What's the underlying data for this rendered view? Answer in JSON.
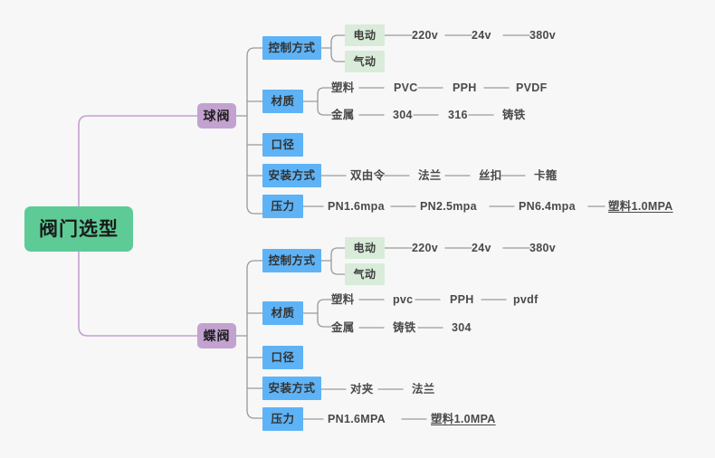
{
  "meta": {
    "background_color": "#f7f7f7",
    "root_color": "#5ecb96",
    "branch_color": "#c3a2d0",
    "sub_color": "#5eb3f6",
    "green_color": "#d8ecd9",
    "link_color": "#9a9a9a",
    "root_link_color": "#c3a2d0"
  },
  "root": {
    "label": "阀门选型"
  },
  "branches": [
    {
      "label": "球阀",
      "categories": [
        {
          "label": "控制方式",
          "children": [
            {
              "label": "电动",
              "type": "green",
              "leaves": [
                "220v",
                "24v",
                "380v"
              ]
            },
            {
              "label": "气动",
              "type": "green",
              "leaves": []
            }
          ]
        },
        {
          "label": "材质",
          "children": [
            {
              "label": "塑料",
              "type": "text",
              "leaves": [
                "PVC",
                "PPH",
                "PVDF"
              ]
            },
            {
              "label": "金属",
              "type": "text",
              "leaves": [
                "304",
                "316",
                "铸铁"
              ]
            }
          ]
        },
        {
          "label": "口径",
          "children": []
        },
        {
          "label": "安装方式",
          "children": [
            {
              "label": "双由令",
              "type": "text",
              "leaves": [
                "法兰",
                "丝扣",
                "卡箍"
              ]
            }
          ]
        },
        {
          "label": "压力",
          "children": [
            {
              "label": "PN1.6mpa",
              "type": "text",
              "leaves": [
                "PN2.5mpa",
                "PN6.4mpa",
                "塑料1.0MPA"
              ]
            }
          ]
        }
      ]
    },
    {
      "label": "蝶阀",
      "categories": [
        {
          "label": "控制方式",
          "children": [
            {
              "label": "电动",
              "type": "green",
              "leaves": [
                "220v",
                "24v",
                "380v"
              ]
            },
            {
              "label": "气动",
              "type": "green",
              "leaves": []
            }
          ]
        },
        {
          "label": "材质",
          "children": [
            {
              "label": "塑料",
              "type": "text",
              "leaves": [
                "pvc",
                "PPH",
                "pvdf"
              ]
            },
            {
              "label": "金属",
              "type": "text",
              "leaves": [
                "铸铁",
                "304"
              ]
            }
          ]
        },
        {
          "label": "口径",
          "children": []
        },
        {
          "label": "安装方式",
          "children": [
            {
              "label": "对夹",
              "type": "text",
              "leaves": [
                "法兰"
              ]
            }
          ]
        },
        {
          "label": "压力",
          "children": [
            {
              "label": "PN1.6MPA",
              "type": "text",
              "leaves": [
                "塑料1.0MPA"
              ]
            }
          ]
        }
      ]
    }
  ],
  "nodes": {
    "root": {
      "label": "阀门选型"
    },
    "ball_valve": {
      "label": "球阀"
    },
    "butterfly_valve": {
      "label": "蝶阀"
    },
    "b1_control": {
      "label": "控制方式"
    },
    "b1_control_electric": {
      "label": "电动"
    },
    "b1_control_pneumatic": {
      "label": "气动"
    },
    "b1_control_220v": {
      "label": "220v"
    },
    "b1_control_24v": {
      "label": "24v"
    },
    "b1_control_380v": {
      "label": "380v"
    },
    "b1_material": {
      "label": "材质"
    },
    "b1_material_plastic": {
      "label": "塑料"
    },
    "b1_material_pvc": {
      "label": "PVC"
    },
    "b1_material_pph": {
      "label": "PPH"
    },
    "b1_material_pvdf": {
      "label": "PVDF"
    },
    "b1_material_metal": {
      "label": "金属"
    },
    "b1_material_304": {
      "label": "304"
    },
    "b1_material_316": {
      "label": "316"
    },
    "b1_material_cast": {
      "label": "铸铁"
    },
    "b1_caliber": {
      "label": "口径"
    },
    "b1_install": {
      "label": "安装方式"
    },
    "b1_install_union": {
      "label": "双由令"
    },
    "b1_install_flange": {
      "label": "法兰"
    },
    "b1_install_thread": {
      "label": "丝扣"
    },
    "b1_install_clamp": {
      "label": "卡箍"
    },
    "b1_pressure": {
      "label": "压力"
    },
    "b1_pressure_pn16": {
      "label": "PN1.6mpa"
    },
    "b1_pressure_pn25": {
      "label": "PN2.5mpa"
    },
    "b1_pressure_pn64": {
      "label": "PN6.4mpa"
    },
    "b1_pressure_plastic10": {
      "label": "塑料1.0MPA"
    },
    "b2_control": {
      "label": "控制方式"
    },
    "b2_control_electric": {
      "label": "电动"
    },
    "b2_control_pneumatic": {
      "label": "气动"
    },
    "b2_control_220v": {
      "label": "220v"
    },
    "b2_control_24v": {
      "label": "24v"
    },
    "b2_control_380v": {
      "label": "380v"
    },
    "b2_material": {
      "label": "材质"
    },
    "b2_material_plastic": {
      "label": "塑料"
    },
    "b2_material_pvc": {
      "label": "pvc"
    },
    "b2_material_pph": {
      "label": "PPH"
    },
    "b2_material_pvdf": {
      "label": "pvdf"
    },
    "b2_material_metal": {
      "label": "金属"
    },
    "b2_material_cast": {
      "label": "铸铁"
    },
    "b2_material_304": {
      "label": "304"
    },
    "b2_caliber": {
      "label": "口径"
    },
    "b2_install": {
      "label": "安装方式"
    },
    "b2_install_wafer": {
      "label": "对夹"
    },
    "b2_install_flange": {
      "label": "法兰"
    },
    "b2_pressure": {
      "label": "压力"
    },
    "b2_pressure_pn16": {
      "label": "PN1.6MPA"
    },
    "b2_pressure_plastic10": {
      "label": "塑料1.0MPA"
    }
  }
}
